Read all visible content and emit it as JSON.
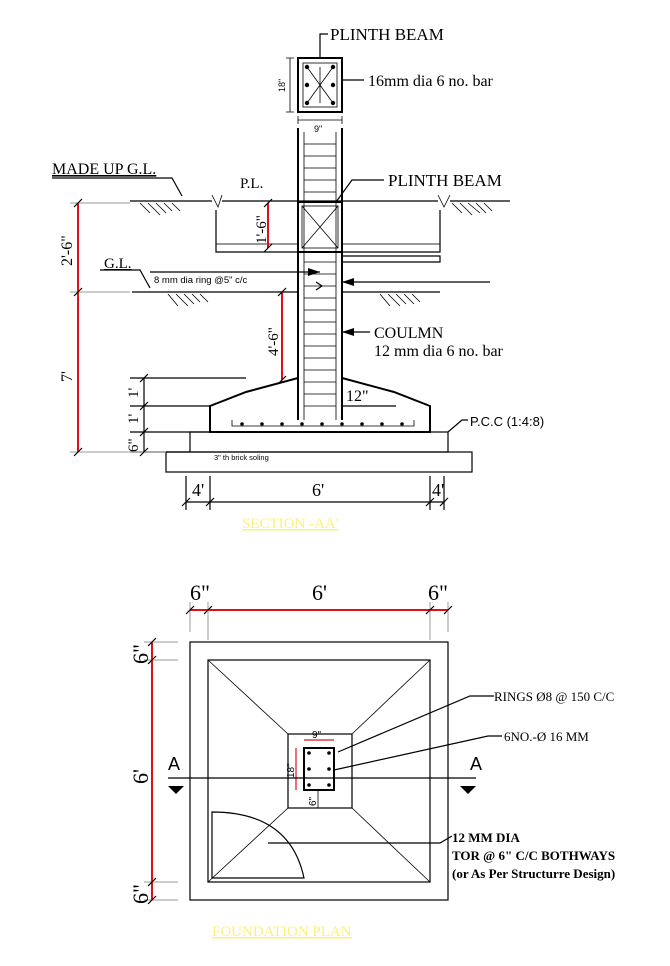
{
  "section": {
    "title": "SECTION -AA'",
    "beam_label_top": "PLINTH BEAM",
    "beam_bar_label": "16mm dia 6 no. bar",
    "beam_height": "18\"",
    "beam_width": "9\"",
    "made_up_gl": "MADE UP G.L.",
    "pl": "P.L.",
    "beam_label_mid": "PLINTH BEAM",
    "dim_1_6": "1'-6\"",
    "dim_2_6": "2'-6\"",
    "gl": "G.L.",
    "ring_label": "8 mm dia ring @5\" c/c",
    "dim_4_6": "4'-6\"",
    "dim_7": "7'",
    "column_label": "COULMN",
    "column_bar_label": "12 mm dia 6 no. bar",
    "dim_1a": "1'",
    "dim_1b": "1'",
    "dim_6in": "6\"",
    "dim_12in": "12\"",
    "pcc_label": "P.C.C (1:4:8)",
    "brick_label": "3\" th brick soling",
    "dim_left": "4'",
    "dim_mid": "6'",
    "dim_right": "4'"
  },
  "plan": {
    "title": "FOUNDATION PLAN",
    "top_left": "6\"",
    "top_mid": "6'",
    "top_right": "6\"",
    "left_top": "6\"",
    "left_mid": "6'",
    "left_bottom": "6\"",
    "marker_a_left": "A",
    "marker_a_right": "A",
    "col_w": "9\"",
    "col_h": "18\"",
    "col_off": "6\"",
    "rings_label": "RINGS Ø8 @ 150 C/C",
    "bars_label": "6NO.-Ø 16 MM",
    "mesh_line1": "12 MM DIA",
    "mesh_line2": "TOR @ 6\" C/C BOTHWAYS",
    "mesh_line3": "(or As Per Structurre Design)"
  },
  "colors": {
    "dimension": "#e0101a",
    "title": "#ffef7a",
    "ink": "#000000"
  }
}
